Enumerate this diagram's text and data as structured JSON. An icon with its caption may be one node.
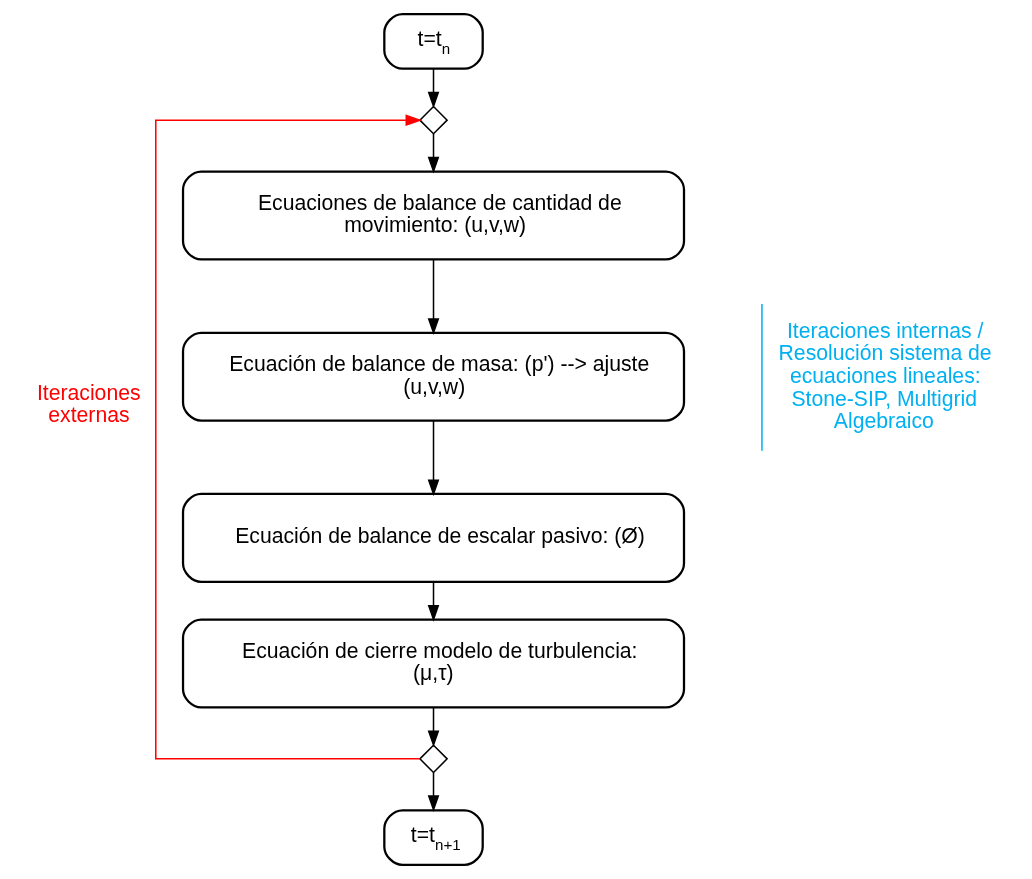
{
  "diagram": {
    "nodes": [
      {
        "text": [
          "t=t$_{n}$"
        ]
      },
      {
        "text": [],
        "shape": "diamond"
      },
      {
        "text": [
          "Ecuaciones de balance de cantidad de movimiento: (u,v,w)"
        ]
      },
      {
        "text": [
          "Ecuación de balance de masa: (p') --> ajuste (u,v,w)"
        ]
      },
      {
        "text": [
          "Ecuación de balance de escalar pasivo: (Ø)"
        ]
      },
      {
        "text": [
          "Ecuación de cierre modelo de turbulencia: (μ,τ)"
        ]
      },
      {
        "text": [],
        "shape": "diamond"
      },
      {
        "text": [
          "t=t$_{n+1}$"
        ]
      }
    ],
    "edges": [
      {
        "from": 0,
        "to": 1,
        "arrow": "to"
      },
      {
        "from": 1,
        "to": 2,
        "arrow": "to"
      },
      {
        "from": 2,
        "to": 3,
        "arrow": "to"
      },
      {
        "from": 3,
        "to": 4,
        "arrow": "to"
      },
      {
        "from": 4,
        "to": 5,
        "arrow": "to"
      },
      {
        "from": 5,
        "to": 6,
        "arrow": "to"
      },
      {
        "from": 6,
        "to": 7,
        "arrow": "to"
      },
      {
        "from": 6,
        "to": 1,
        "arrow": "to",
        "label": "Iteraciones externas",
        "color": "#ff0000"
      }
    ],
    "labels": [
      "Iteraciones internas / Resolución sistema de ecuaciones lineales: Stone-SIP, Multigrid Algebraico"
    ]
  }
}
